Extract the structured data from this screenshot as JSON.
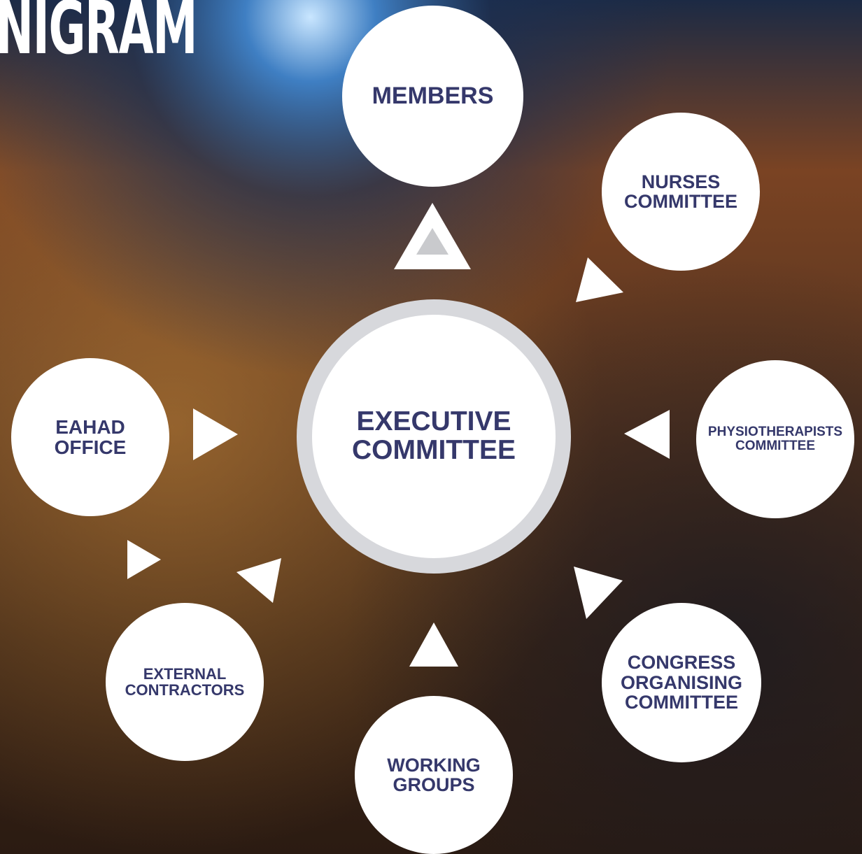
{
  "title": "NIGRAM",
  "colors": {
    "node_text": "#35386b",
    "node_fill": "#ffffff",
    "center_ring": "#d7d8dc",
    "arrow": "#ffffff",
    "background": "#3a2416"
  },
  "center": {
    "label": "EXECUTIVE\nCOMMITTEE"
  },
  "nodes": {
    "members": "MEMBERS",
    "nurses": "NURSES\nCOMMITTEE",
    "physiotherapists": "PHYSIOTHERAPISTS\nCOMMITTEE",
    "congress": "CONGRESS\nORGANISING\nCOMMITTEE",
    "working_groups": "WORKING\nGROUPS",
    "external": "EXTERNAL\nCONTRACTORS",
    "eahad": "EAHAD\nOFFICE"
  }
}
